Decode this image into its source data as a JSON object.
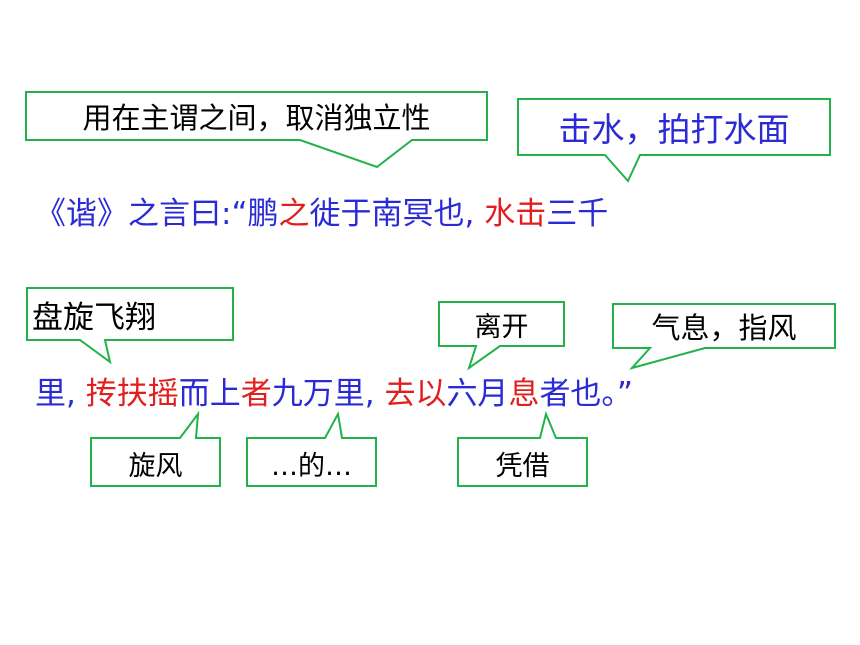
{
  "colors": {
    "blue": "#2b2bd6",
    "red": "#e21f1f",
    "dark": "#000000",
    "green": "#22b24a"
  },
  "callouts": [
    {
      "id": "zhi",
      "text": "用在主谓之间，取消独立性",
      "color": "dark"
    },
    {
      "id": "shuiji",
      "text": "击水，拍打水面",
      "color": "blue"
    },
    {
      "id": "tuan",
      "text": "盘旋飞翔",
      "color": "dark"
    },
    {
      "id": "qu",
      "text": "离开",
      "color": "dark"
    },
    {
      "id": "xi",
      "text": "气息，指风",
      "color": "dark"
    },
    {
      "id": "fuyao",
      "text": "旋风",
      "color": "dark"
    },
    {
      "id": "zhe",
      "text": "…的…",
      "color": "dark"
    },
    {
      "id": "yi",
      "text": "凭借",
      "color": "dark"
    }
  ],
  "lines": [
    {
      "segments": [
        {
          "text": "《谐》之言曰:“鹏",
          "color": "blue"
        },
        {
          "text": "之",
          "color": "red"
        },
        {
          "text": "徙于南冥也, ",
          "color": "blue"
        },
        {
          "text": "水击",
          "color": "red"
        },
        {
          "text": "三千",
          "color": "blue"
        }
      ]
    },
    {
      "segments": [
        {
          "text": "里, ",
          "color": "blue"
        },
        {
          "text": "抟扶摇",
          "color": "red"
        },
        {
          "text": "而上",
          "color": "blue"
        },
        {
          "text": "者",
          "color": "red"
        },
        {
          "text": "九万里, ",
          "color": "blue"
        },
        {
          "text": "去以",
          "color": "red"
        },
        {
          "text": "六月",
          "color": "blue"
        },
        {
          "text": "息",
          "color": "red"
        },
        {
          "text": "者也。”",
          "color": "blue"
        }
      ]
    }
  ]
}
